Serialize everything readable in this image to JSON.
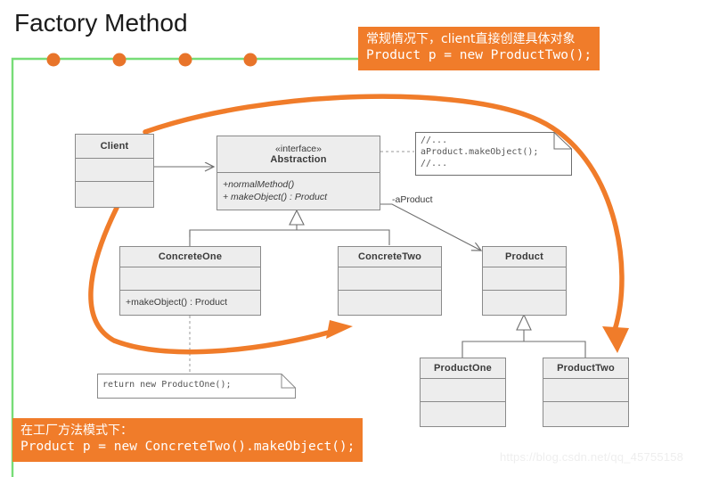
{
  "page": {
    "title": "Factory Method",
    "watermark": "https://blog.csdn.net/qq_45755158",
    "colors": {
      "accent_orange": "#F07C2A",
      "frame_green": "#77DD77",
      "class_fill": "#EDEDED",
      "class_stroke": "#8A8A8A",
      "text_dark": "#3A3A3A",
      "watermark": "#EEEEEE"
    }
  },
  "callouts": {
    "top": {
      "line1": "常规情况下，client直接创建具体对象",
      "line2": "Product p = new ProductTwo();"
    },
    "bottom": {
      "line1": "在工厂方法模式下：",
      "line2": "Product p = new ConcreteTwo().makeObject();"
    }
  },
  "diagram": {
    "classes": [
      {
        "id": "client",
        "name": "Client",
        "stereotype": "",
        "members": []
      },
      {
        "id": "abstraction",
        "name": "Abstraction",
        "stereotype": "«interface»",
        "members": [
          "+normalMethod()",
          "+ makeObject() : Product"
        ]
      },
      {
        "id": "concrete-one",
        "name": "ConcreteOne",
        "stereotype": "",
        "members": [
          "+makeObject() : Product"
        ]
      },
      {
        "id": "concrete-two",
        "name": "ConcreteTwo",
        "stereotype": "",
        "members": []
      },
      {
        "id": "product",
        "name": "Product",
        "stereotype": "",
        "members": []
      },
      {
        "id": "product-one",
        "name": "ProductOne",
        "stereotype": "",
        "members": []
      },
      {
        "id": "product-two",
        "name": "ProductTwo",
        "stereotype": "",
        "members": []
      }
    ],
    "notes": [
      {
        "id": "note-abstraction",
        "lines": [
          "//...",
          "aProduct.makeObject();",
          "//..."
        ]
      },
      {
        "id": "note-concrete-one",
        "lines": [
          "return new ProductOne();"
        ]
      }
    ],
    "labels": [
      {
        "id": "assoc-aproduct",
        "text": "-aProduct"
      }
    ]
  }
}
